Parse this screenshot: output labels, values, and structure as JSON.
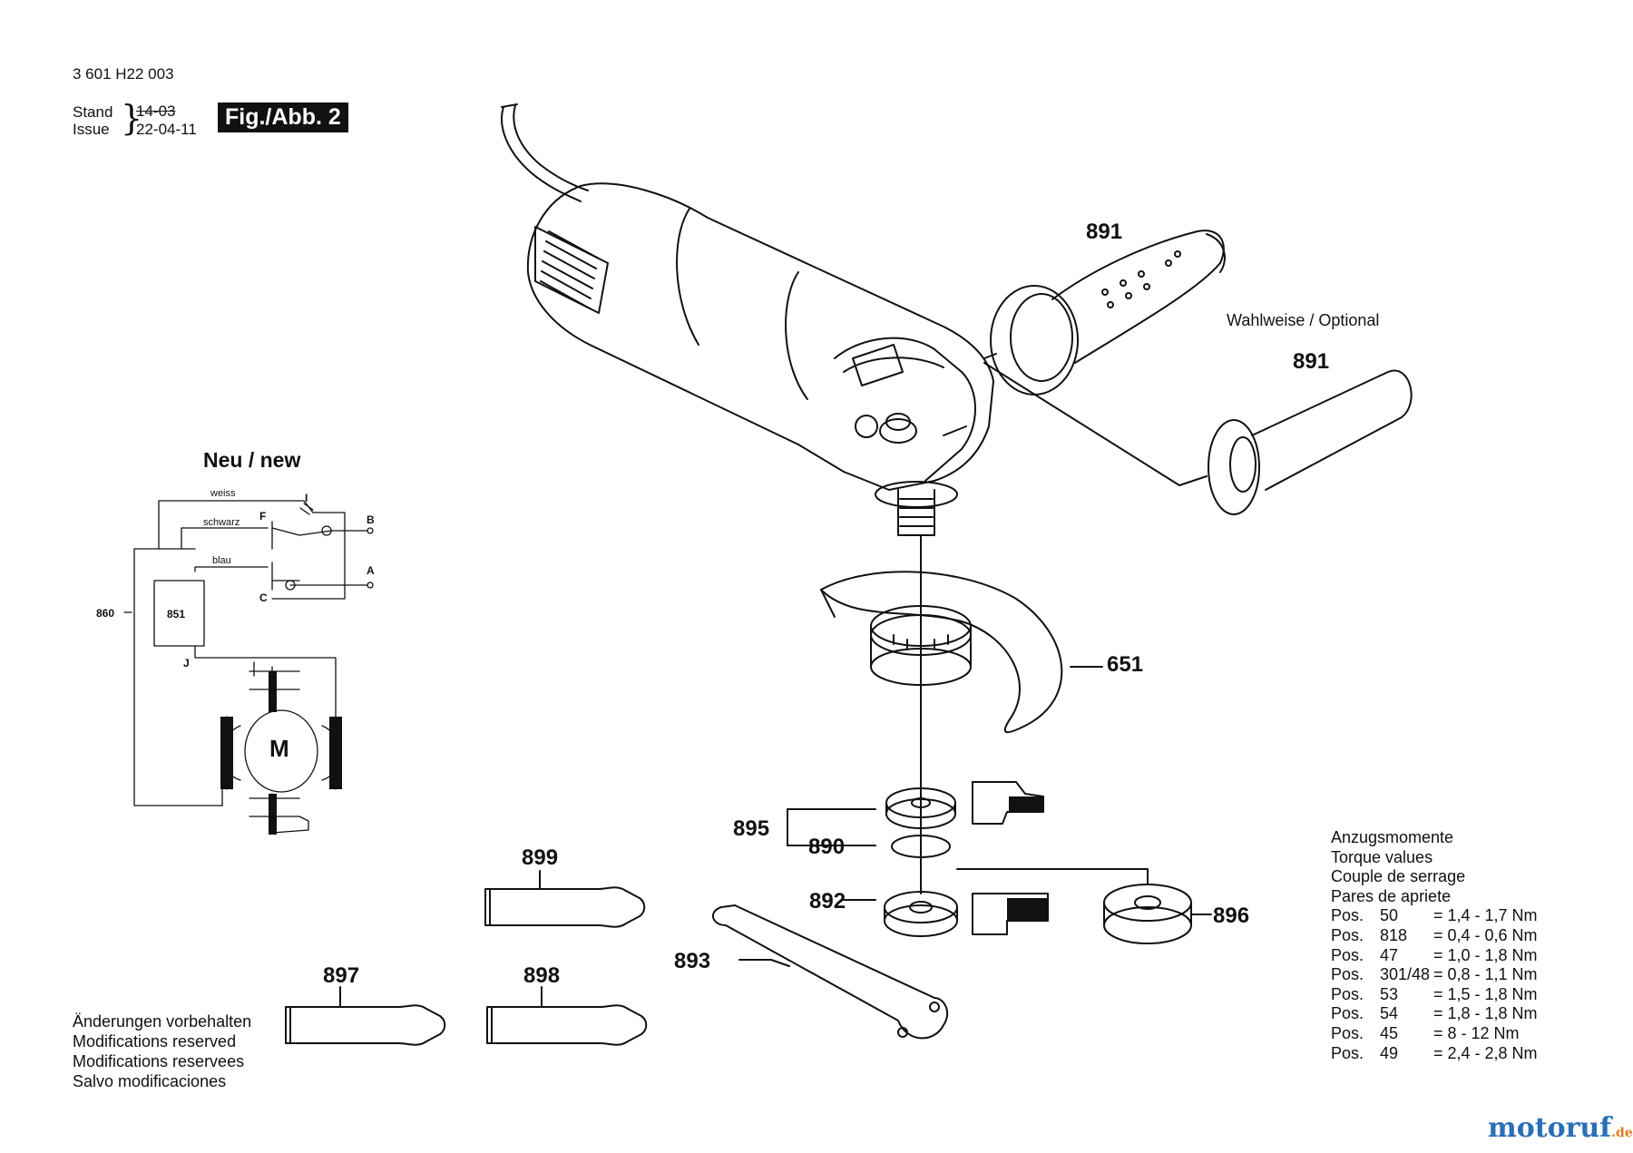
{
  "header": {
    "part_number": "3 601 H22 003",
    "stand_label": "Stand",
    "issue_label": "Issue",
    "stand_value": "14-03",
    "issue_value": "22-04-11",
    "fig_label": "Fig./Abb. 2"
  },
  "wiring": {
    "title": "Neu / new",
    "wire_labels": {
      "weiss": "weiss",
      "schwarz": "schwarz",
      "blau": "blau"
    },
    "terminals": {
      "I": "I",
      "F": "F",
      "B": "B",
      "A": "A",
      "C": "C",
      "J": "J"
    },
    "component_860": "860",
    "component_851": "851",
    "motor": "M"
  },
  "callouts": {
    "p891a": "891",
    "p891b": "891",
    "optional": "Wahlweise / Optional",
    "p651": "651",
    "p895": "895",
    "p890": "890",
    "p892": "892",
    "p893": "893",
    "p896": "896",
    "p899": "899",
    "p897": "897",
    "p898": "898"
  },
  "torque": {
    "headings": [
      "Anzugsmomente",
      "Torque values",
      "Couple de serrage",
      "Pares de apriete"
    ],
    "rows": [
      {
        "label": "Pos.",
        "pos": "50",
        "value": "= 1,4 - 1,7 Nm"
      },
      {
        "label": "Pos.",
        "pos": "818",
        "value": "= 0,4 - 0,6 Nm"
      },
      {
        "label": "Pos.",
        "pos": "47",
        "value": "= 1,0 - 1,8 Nm"
      },
      {
        "label": "Pos.",
        "pos": "301/48",
        "value": "= 0,8 - 1,1 Nm"
      },
      {
        "label": "Pos.",
        "pos": "53",
        "value": "= 1,5 - 1,8 Nm"
      },
      {
        "label": "Pos.",
        "pos": "54",
        "value": "= 1,8 - 1,8 Nm"
      },
      {
        "label": "Pos.",
        "pos": "45",
        "value": "= 8 - 12 Nm"
      },
      {
        "label": "Pos.",
        "pos": "49",
        "value": "= 2,4 - 2,8 Nm"
      }
    ]
  },
  "modifications": [
    "Änderungen vorbehalten",
    "Modifications reserved",
    "Modifications reservees",
    "Salvo modificaciones"
  ],
  "watermark": {
    "main": "motoruf",
    "suffix": ".de",
    "main_color": "#2a6fb8",
    "accent_color": "#e07a1a"
  }
}
